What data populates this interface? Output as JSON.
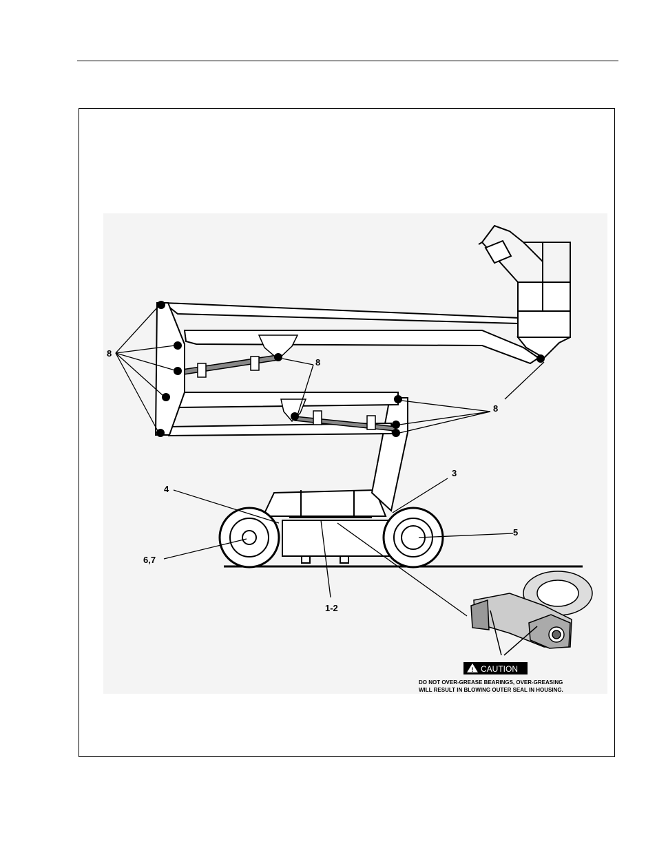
{
  "callouts": {
    "c8_left": "8",
    "c8_mid": "8",
    "c8_right": "8",
    "c3": "3",
    "c4": "4",
    "c5": "5",
    "c67": "6,7",
    "c12": "1-2"
  },
  "caution": {
    "label": "CAUTION",
    "line1": "DO NOT OVER-GREASE BEARINGS, OVER-GREASING",
    "line2": "WILL RESULT IN BLOWING OUTER SEAL IN HOUSING."
  }
}
